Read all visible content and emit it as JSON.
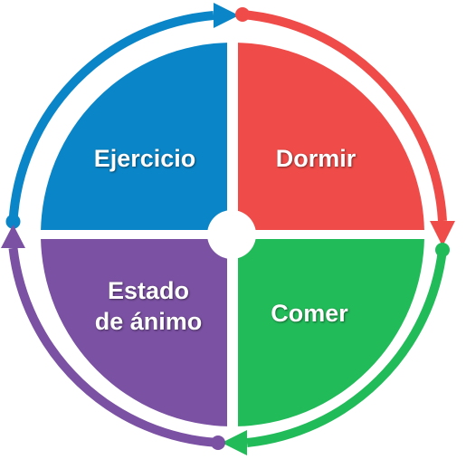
{
  "diagram": {
    "quadrants": [
      {
        "id": "ejercicio",
        "label": "Ejercicio",
        "color": "#0a86c8"
      },
      {
        "id": "dormir",
        "label": "Dormir",
        "color": "#ef4b48"
      },
      {
        "id": "comer",
        "label": "Comer",
        "color": "#22bb59"
      },
      {
        "id": "estado_de_animo",
        "label_lines": [
          "Estado",
          "de ánimo"
        ],
        "color": "#7b51a3"
      }
    ],
    "arrows": [
      {
        "from": "ejercicio",
        "to": "dormir",
        "color": "#0a86c8"
      },
      {
        "from": "dormir",
        "to": "comer",
        "color": "#ef4b48"
      },
      {
        "from": "comer",
        "to": "estado_de_animo",
        "color": "#22bb59"
      },
      {
        "from": "estado_de_animo",
        "to": "ejercicio",
        "color": "#7b51a3"
      }
    ]
  }
}
